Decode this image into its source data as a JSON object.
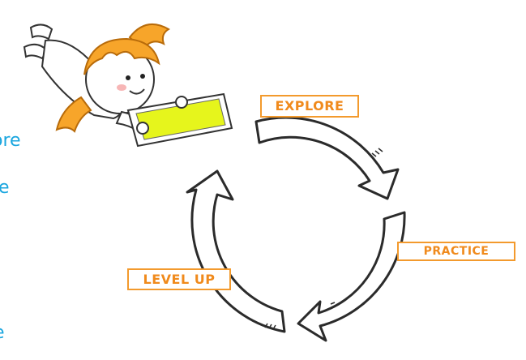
{
  "side_text": [
    "ore",
    "e",
    "e"
  ],
  "cycle": {
    "stages": [
      "EXPLORE",
      "PRACTICE",
      "LEVEL UP"
    ]
  },
  "colors": {
    "accent_orange": "#f39a2d",
    "side_text_blue": "#1aa6df",
    "tablet_screen": "#e6f51c",
    "hair": "#f7a52a"
  }
}
